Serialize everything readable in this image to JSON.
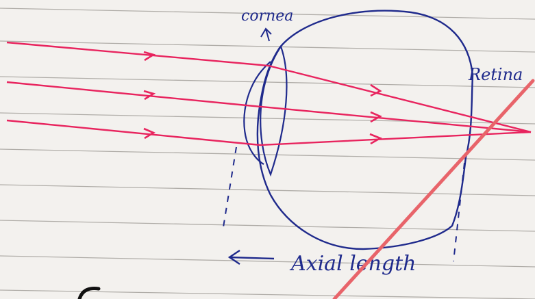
{
  "labels": {
    "cornea": "cornea",
    "retina": "Retina",
    "axial_length": "Axial length"
  },
  "colors": {
    "paper": "#f3f1ee",
    "ruled_line": "#7a7670",
    "ink": "#1f2a8c",
    "rays": "#e8245e",
    "cross_out": "#e8646a"
  }
}
